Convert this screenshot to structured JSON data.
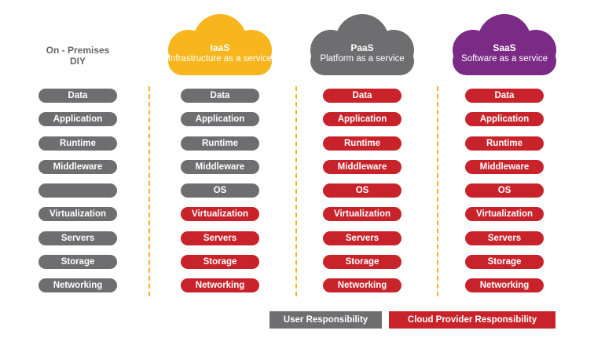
{
  "columns": [
    {
      "id": "onprem",
      "title_lines": [
        "On - Premises",
        "DIY"
      ],
      "layers": [
        {
          "label": "Data",
          "owner": "user"
        },
        {
          "label": "Application",
          "owner": "user"
        },
        {
          "label": "Runtime",
          "owner": "user"
        },
        {
          "label": "Middleware",
          "owner": "user"
        },
        {
          "label": "",
          "owner": "user"
        },
        {
          "label": "Virtualization",
          "owner": "user"
        },
        {
          "label": "Servers",
          "owner": "user"
        },
        {
          "label": "Storage",
          "owner": "user"
        },
        {
          "label": "Networking",
          "owner": "user"
        }
      ]
    },
    {
      "id": "iaas",
      "abbr": "IaaS",
      "full": "Infrastructure as a service",
      "cloud_color": "#f7b61d",
      "layers": [
        {
          "label": "Data",
          "owner": "user"
        },
        {
          "label": "Application",
          "owner": "user"
        },
        {
          "label": "Runtime",
          "owner": "user"
        },
        {
          "label": "Middleware",
          "owner": "user"
        },
        {
          "label": "OS",
          "owner": "user"
        },
        {
          "label": "Virtualization",
          "owner": "provider"
        },
        {
          "label": "Servers",
          "owner": "provider"
        },
        {
          "label": "Storage",
          "owner": "provider"
        },
        {
          "label": "Networking",
          "owner": "provider"
        }
      ]
    },
    {
      "id": "paas",
      "abbr": "PaaS",
      "full": "Platform as a service",
      "cloud_color": "#6e6e70",
      "layers": [
        {
          "label": "Data",
          "owner": "provider"
        },
        {
          "label": "Application",
          "owner": "provider"
        },
        {
          "label": "Runtime",
          "owner": "provider"
        },
        {
          "label": "Middleware",
          "owner": "provider"
        },
        {
          "label": "OS",
          "owner": "provider"
        },
        {
          "label": "Virtualization",
          "owner": "provider"
        },
        {
          "label": "Servers",
          "owner": "provider"
        },
        {
          "label": "Storage",
          "owner": "provider"
        },
        {
          "label": "Networking",
          "owner": "provider"
        }
      ]
    },
    {
      "id": "saas",
      "abbr": "SaaS",
      "full": "Software as a service",
      "cloud_color": "#7b2a86",
      "layers": [
        {
          "label": "Data",
          "owner": "provider"
        },
        {
          "label": "Application",
          "owner": "provider"
        },
        {
          "label": "Runtime",
          "owner": "provider"
        },
        {
          "label": "Middleware",
          "owner": "provider"
        },
        {
          "label": "OS",
          "owner": "provider"
        },
        {
          "label": "Virtualization",
          "owner": "provider"
        },
        {
          "label": "Servers",
          "owner": "provider"
        },
        {
          "label": "Storage",
          "owner": "provider"
        },
        {
          "label": "Networking",
          "owner": "provider"
        }
      ]
    }
  ],
  "legend": {
    "user_label": "User Responsibility",
    "provider_label": "Cloud Provider Responsibility"
  },
  "colors": {
    "user": "#6e6e70",
    "provider": "#c8232b",
    "separator": "#f5b41c"
  }
}
